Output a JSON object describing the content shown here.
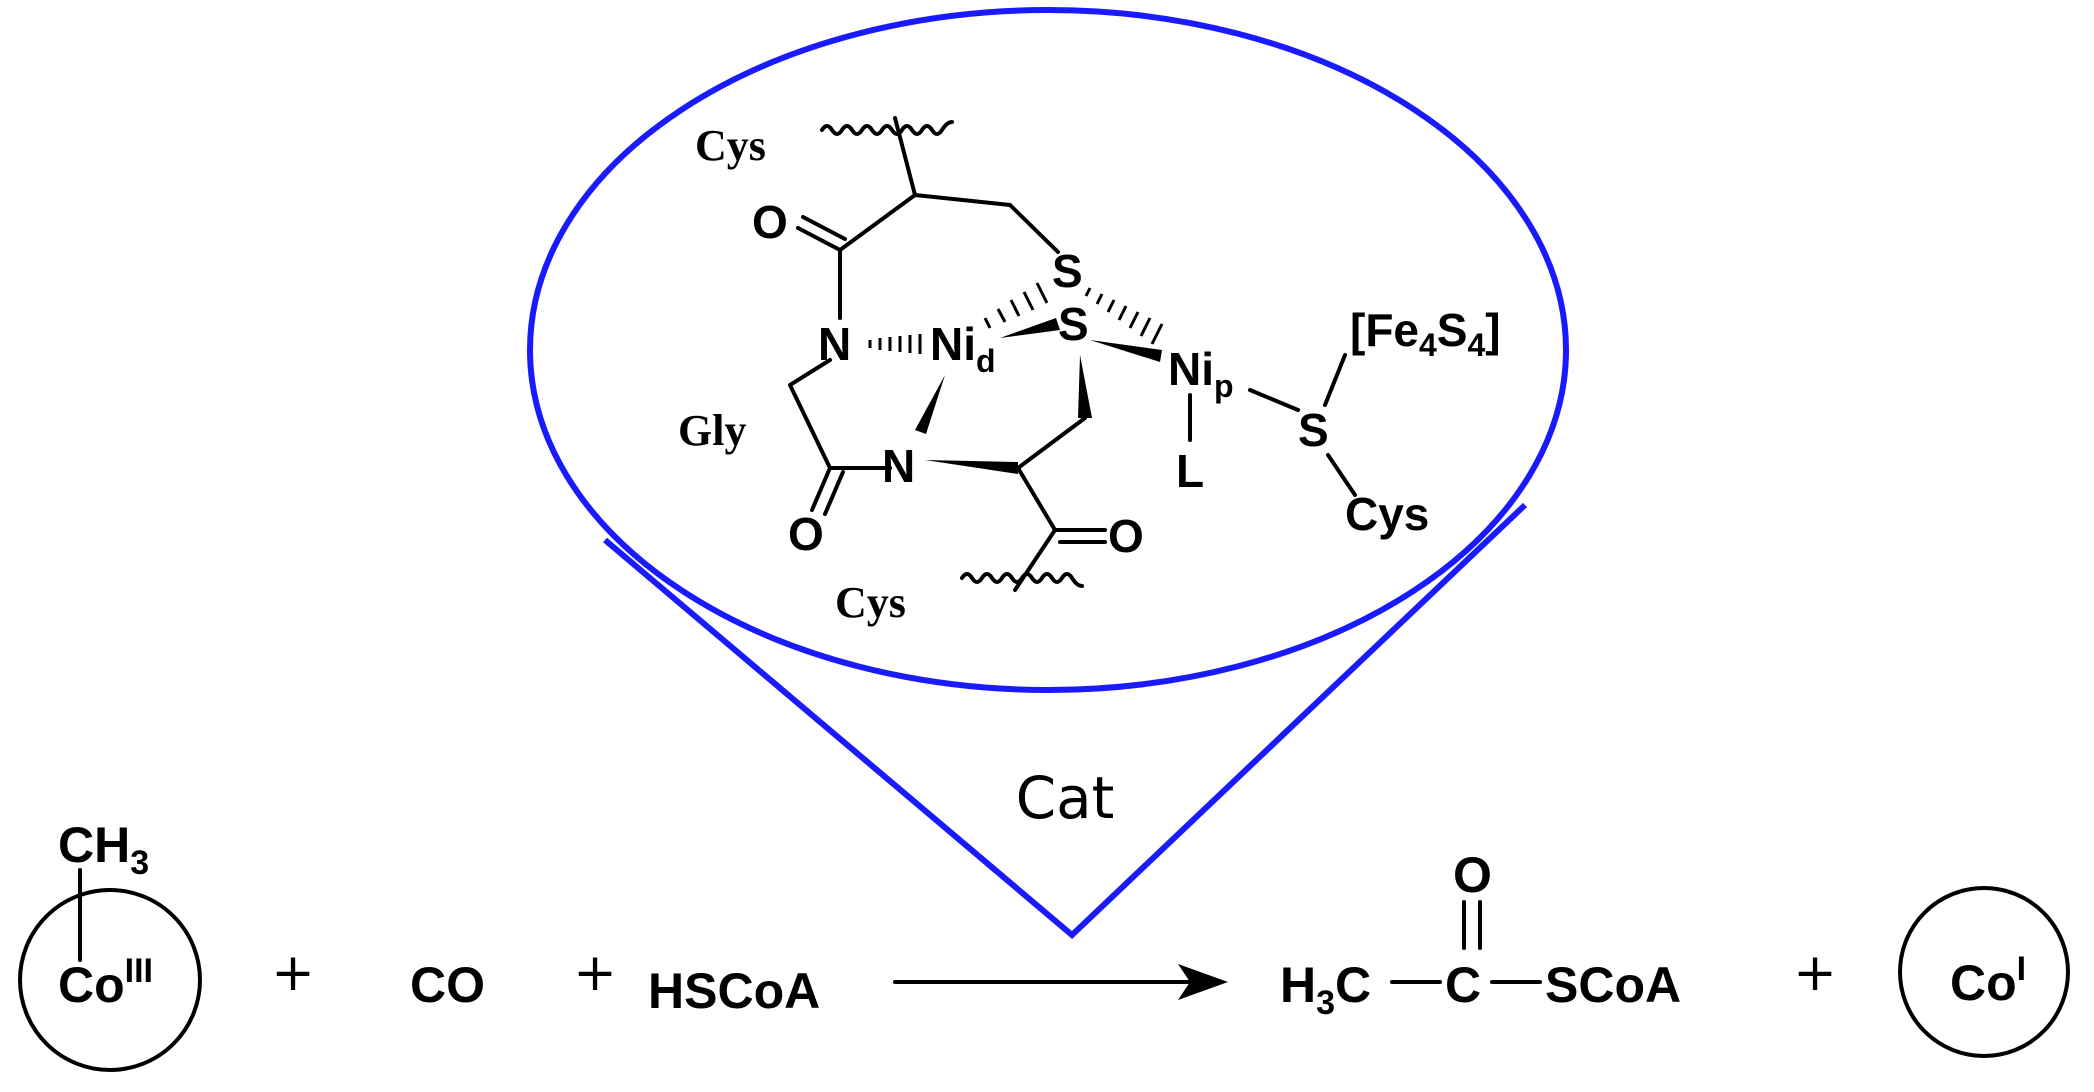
{
  "catalyst": {
    "label": "Cat",
    "color": "#1a1aff",
    "atoms": {
      "cys_top": "Cys",
      "o_top": "O",
      "s_top": "S",
      "n_left": "N",
      "ni_d": "Ni",
      "ni_d_sub": "d",
      "s_mid": "S",
      "ni_p": "Ni",
      "ni_p_sub": "p",
      "l": "L",
      "gly": "Gly",
      "n_bottom": "N",
      "o_left": "O",
      "o_right": "O",
      "cys_bottom": "Cys",
      "fe_cluster_open": "[Fe",
      "fe_sub": "4",
      "fe_s": "S",
      "s_sub": "4",
      "fe_cluster_close": "]",
      "s_right": "S",
      "cys_right": "Cys"
    }
  },
  "reaction": {
    "reactant1": {
      "ligand": "CH",
      "ligand_sub": "3",
      "metal": "Co",
      "oxidation": "III"
    },
    "plus1": "+",
    "reactant2": "CO",
    "plus2": "+",
    "reactant3": "HSCoA",
    "product1": {
      "left": "H",
      "left_sub": "3",
      "left_c": "C",
      "center": "C",
      "oxygen": "O",
      "right": "SCoA"
    },
    "plus3": "+",
    "product2": {
      "metal": "Co",
      "oxidation": "I"
    }
  }
}
